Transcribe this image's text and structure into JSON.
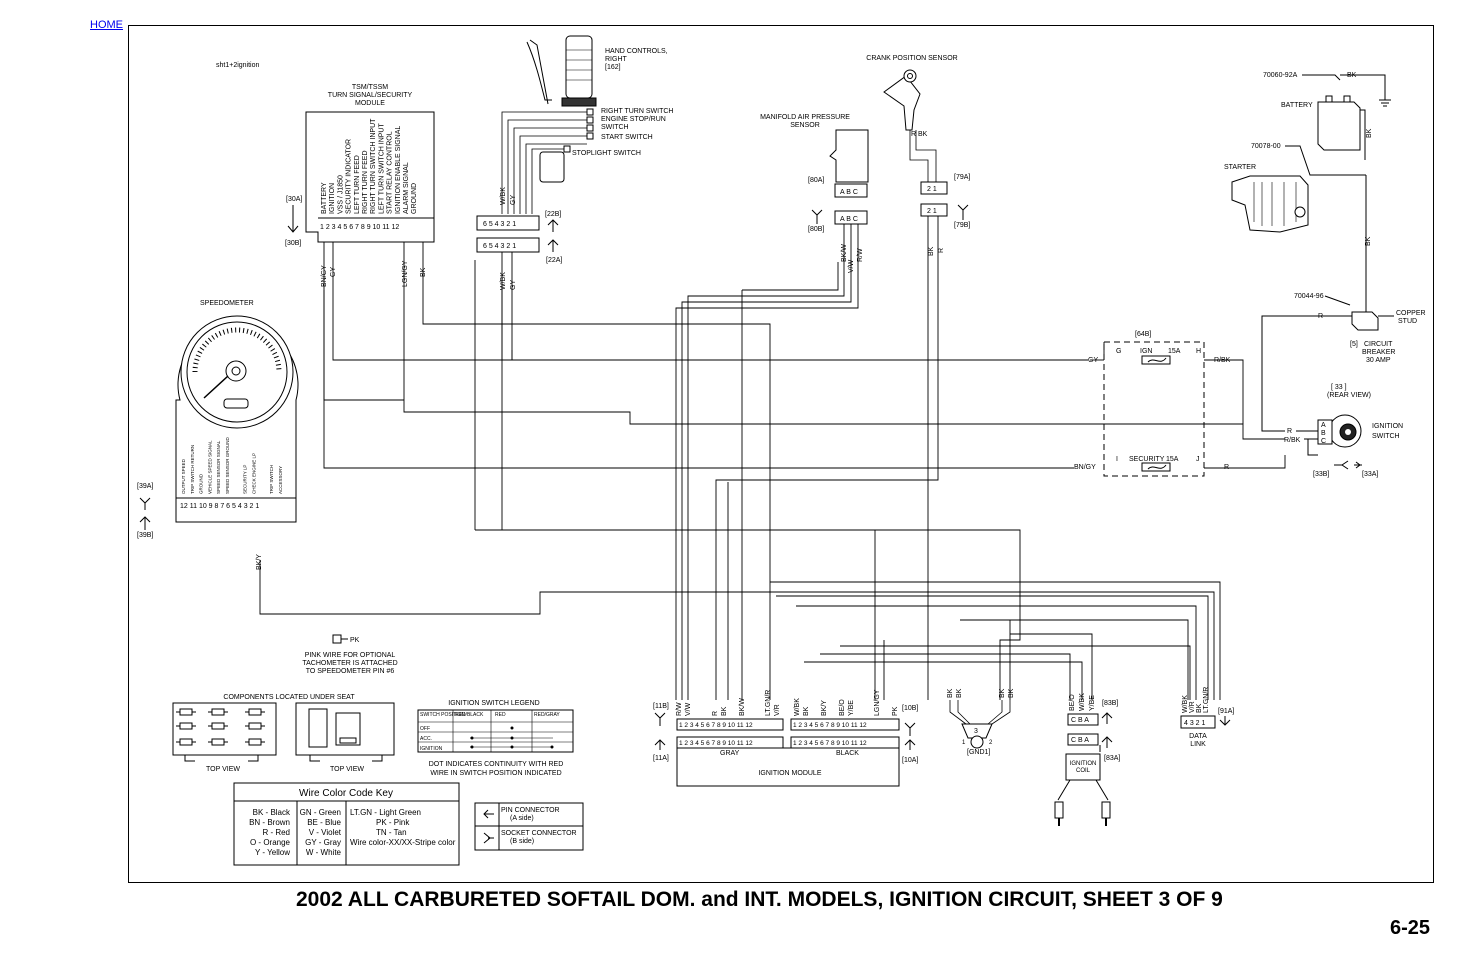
{
  "nav": {
    "home": "HOME"
  },
  "sheet_ref": "sht1+2ignition",
  "title": "2002 ALL CARBURETED SOFTAIL DOM. and INT. MODELS, IGNITION CIRCUIT, SHEET 3 OF 9",
  "page_number": "6-25",
  "tsm": {
    "title": [
      "TSM/TSSM",
      "TURN SIGNAL/SECURITY",
      "MODULE"
    ],
    "pins": [
      "BATTERY",
      "IGNITION",
      "VSS / J1850",
      "SECURITY INDICATOR",
      "LEFT TURN FEED",
      "RIGHT TURN FEED",
      "RIGHT TURN SWITCH INPUT",
      "LEFT TURN SWITCH INPUT",
      "START RELAY CONTROL",
      "IGNITION ENABLE SIGNAL",
      "ALARM SIGNAL",
      "GROUND"
    ],
    "pin_numbers": "1 2 3 4 5 6 7 8 9 10 11 12",
    "conn_a": "[30A]",
    "conn_b": "[30B]",
    "wires": [
      "BN/GY",
      "GY",
      "LGN/GY",
      "BK"
    ]
  },
  "hand_controls": {
    "title": [
      "HAND CONTROLS,",
      "RIGHT",
      "[162]"
    ],
    "switches": [
      "RIGHT TURN SWITCH",
      "ENGINE STOP/RUN",
      "SWITCH",
      "START SWITCH"
    ],
    "stoplight": "STOPLIGHT SWITCH",
    "conn_pins": "6 5 4 3 2 1",
    "conn_a": "[22A]",
    "conn_b": "[22B]",
    "wires": [
      "W/BK",
      "GY"
    ]
  },
  "map_sensor": {
    "title": [
      "MANIFOLD AIR PRESSURE",
      "SENSOR"
    ],
    "pins": "A B C",
    "conn_a": "[80A]",
    "conn_b": "[80B]",
    "wires": [
      "BK/W",
      "V/W",
      "R/W"
    ]
  },
  "crank_sensor": {
    "title": "CRANK POSITION SENSOR",
    "pins": "2 1",
    "conn_a": "[79A]",
    "conn_b": "[79B]",
    "wires": [
      "R",
      "BK"
    ]
  },
  "battery": {
    "label": "BATTERY",
    "part": "70060-92A",
    "wire": "BK"
  },
  "starter": {
    "label": "STARTER",
    "part": "70078-00",
    "wire": "BK"
  },
  "breaker": {
    "part": "70044-96",
    "ref": "[5]",
    "label": [
      "CIRCUIT",
      "BREAKER",
      "30 AMP"
    ],
    "stud": [
      "COPPER",
      "STUD"
    ],
    "wire": "R"
  },
  "fuse_block": {
    "ref": "[64B]",
    "ign": {
      "left": "G",
      "name": "IGN",
      "amp": "15A",
      "right": "H",
      "wire_in": "GY",
      "wire_out": "R/BK"
    },
    "sec": {
      "left": "I",
      "name": "SECURITY",
      "amp": "15A",
      "right": "J",
      "wire_in": "BN/GY",
      "wire_out": "R"
    }
  },
  "ignition_switch": {
    "ref": "[ 33 ]",
    "view": "(REAR VIEW)",
    "label": [
      "IGNITION",
      "SWITCH"
    ],
    "terms": [
      "A",
      "B",
      "C"
    ],
    "wires": [
      "R",
      "R/BK"
    ],
    "conn_a": "[33A]",
    "conn_b": "[33B]"
  },
  "speedometer": {
    "label": "SPEEDOMETER",
    "pins": [
      "OUTPUT SPEED",
      "TRIP SWITCH RETURN",
      "GROUND",
      "VEHICLE SPEED SIGNAL",
      "SPEED SENSOR SIGNAL",
      "SPEED SENSOR GROUND",
      "",
      "SECURITY LP",
      "CHECK ENGINE LP",
      "",
      "TRIP SWITCH",
      "ACCESSORY"
    ],
    "pin_numbers": "12 11 10 9 8 7 6 5 4 3 2 1",
    "conn_a": "[39A]",
    "conn_b": "[39B]",
    "wire": "BK/Y"
  },
  "pink_note": {
    "wire": "PK",
    "text": [
      "PINK WIRE FOR OPTIONAL",
      "TACHOMETER IS ATTACHED",
      "TO SPEEDOMETER PIN #6"
    ]
  },
  "components": {
    "title": "COMPONENTS LOCATED UNDER SEAT",
    "view1": "TOP VIEW",
    "view2": "TOP VIEW"
  },
  "switch_legend": {
    "title": "IGNITION SWITCH LEGEND",
    "headers": [
      "SWITCH POSITION",
      "RED/BLACK",
      "RED",
      "RED/GRAY"
    ],
    "rows": [
      "OFF",
      "ACC.",
      "IGNITION"
    ],
    "note": [
      "DOT INDICATES CONTINUITY WITH RED",
      "WIRE IN SWITCH POSITION INDICATED"
    ]
  },
  "wire_key": {
    "title": "Wire Color Code Key",
    "col1": [
      "BK - Black",
      "BN - Brown",
      "R - Red",
      "O - Orange",
      "Y - Yellow"
    ],
    "col2": [
      "GN - Green",
      "BE - Blue",
      "V - Violet",
      "GY - Gray",
      "W - White"
    ],
    "col3": [
      "LT.GN - Light Green",
      "PK - Pink",
      "TN - Tan",
      "Wire color-XX/XX-Stripe color"
    ]
  },
  "connector_key": {
    "pin": [
      "PIN CONNECTOR",
      "(A side)"
    ],
    "socket": [
      "SOCKET CONNECTOR",
      "(B side)"
    ]
  },
  "ignition_module": {
    "label": "IGNITION MODULE",
    "gray": "GRAY",
    "black": "BLACK",
    "pins": "1 2 3 4 5 6 7 8 9 10 11 12",
    "gray_a": "[11A]",
    "gray_b": "[11B]",
    "black_a": "[10A]",
    "black_b": "[10B]",
    "gray_wires": [
      "R/W",
      "V/W",
      "R",
      "BK",
      "BK/W",
      "LT.GN/R",
      "V/R"
    ],
    "black_wires": [
      "W/BK",
      "BK",
      "BK/Y",
      "BE/O",
      "Y/BE",
      "LGN/GY",
      "PK"
    ]
  },
  "ground": {
    "label": "[GND1]",
    "wires": [
      "BK",
      "BK",
      "BK",
      "BK"
    ]
  },
  "ignition_coil": {
    "label": [
      "IGNITION",
      "COIL"
    ],
    "pins": "C B A",
    "conn_a": "[83A]",
    "conn_b": "[83B]",
    "wires": [
      "BE/O",
      "W/BK",
      "Y/BE"
    ]
  },
  "data_link": {
    "label": [
      "DATA",
      "LINK"
    ],
    "pins": "4 3 2 1",
    "conn": "[91A]",
    "wires": [
      "W/BK",
      "V/R",
      "BK",
      "LT.GN/R"
    ]
  }
}
